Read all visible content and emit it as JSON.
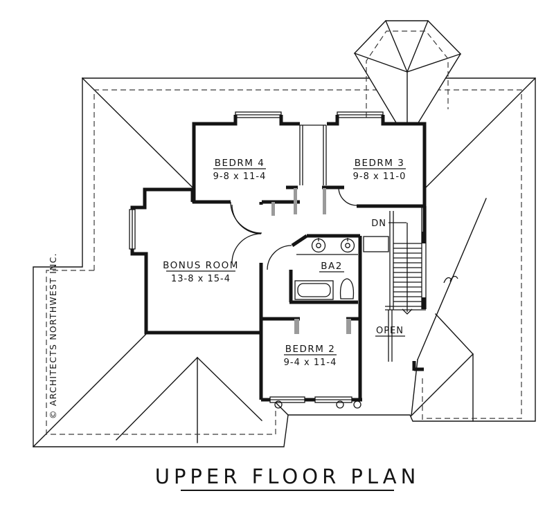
{
  "drawing": {
    "title": "UPPER FLOOR PLAN",
    "copyright_sidebar": "© ARCHITECTS NORTHWEST INC.",
    "rooms": [
      {
        "name": "BEDRM 4",
        "dims": "9-8 x 11-4"
      },
      {
        "name": "BEDRM 3",
        "dims": "9-8 x 11-0"
      },
      {
        "name": "BONUS ROOM",
        "dims": "13-8 x 15-4"
      },
      {
        "name": "BA2",
        "dims": ""
      },
      {
        "name": "BEDRM 2",
        "dims": "9-4 x 11-4"
      }
    ],
    "annotations": {
      "down": "DN",
      "open": "OPEN"
    },
    "fixtures": [
      "double-sink-vanity",
      "bathtub",
      "toilet",
      "staircase-down",
      "porch-columns"
    ],
    "colors": {
      "ink": "#141414",
      "jamb_gray": "#9a9a9a",
      "paper": "#ffffff"
    }
  }
}
